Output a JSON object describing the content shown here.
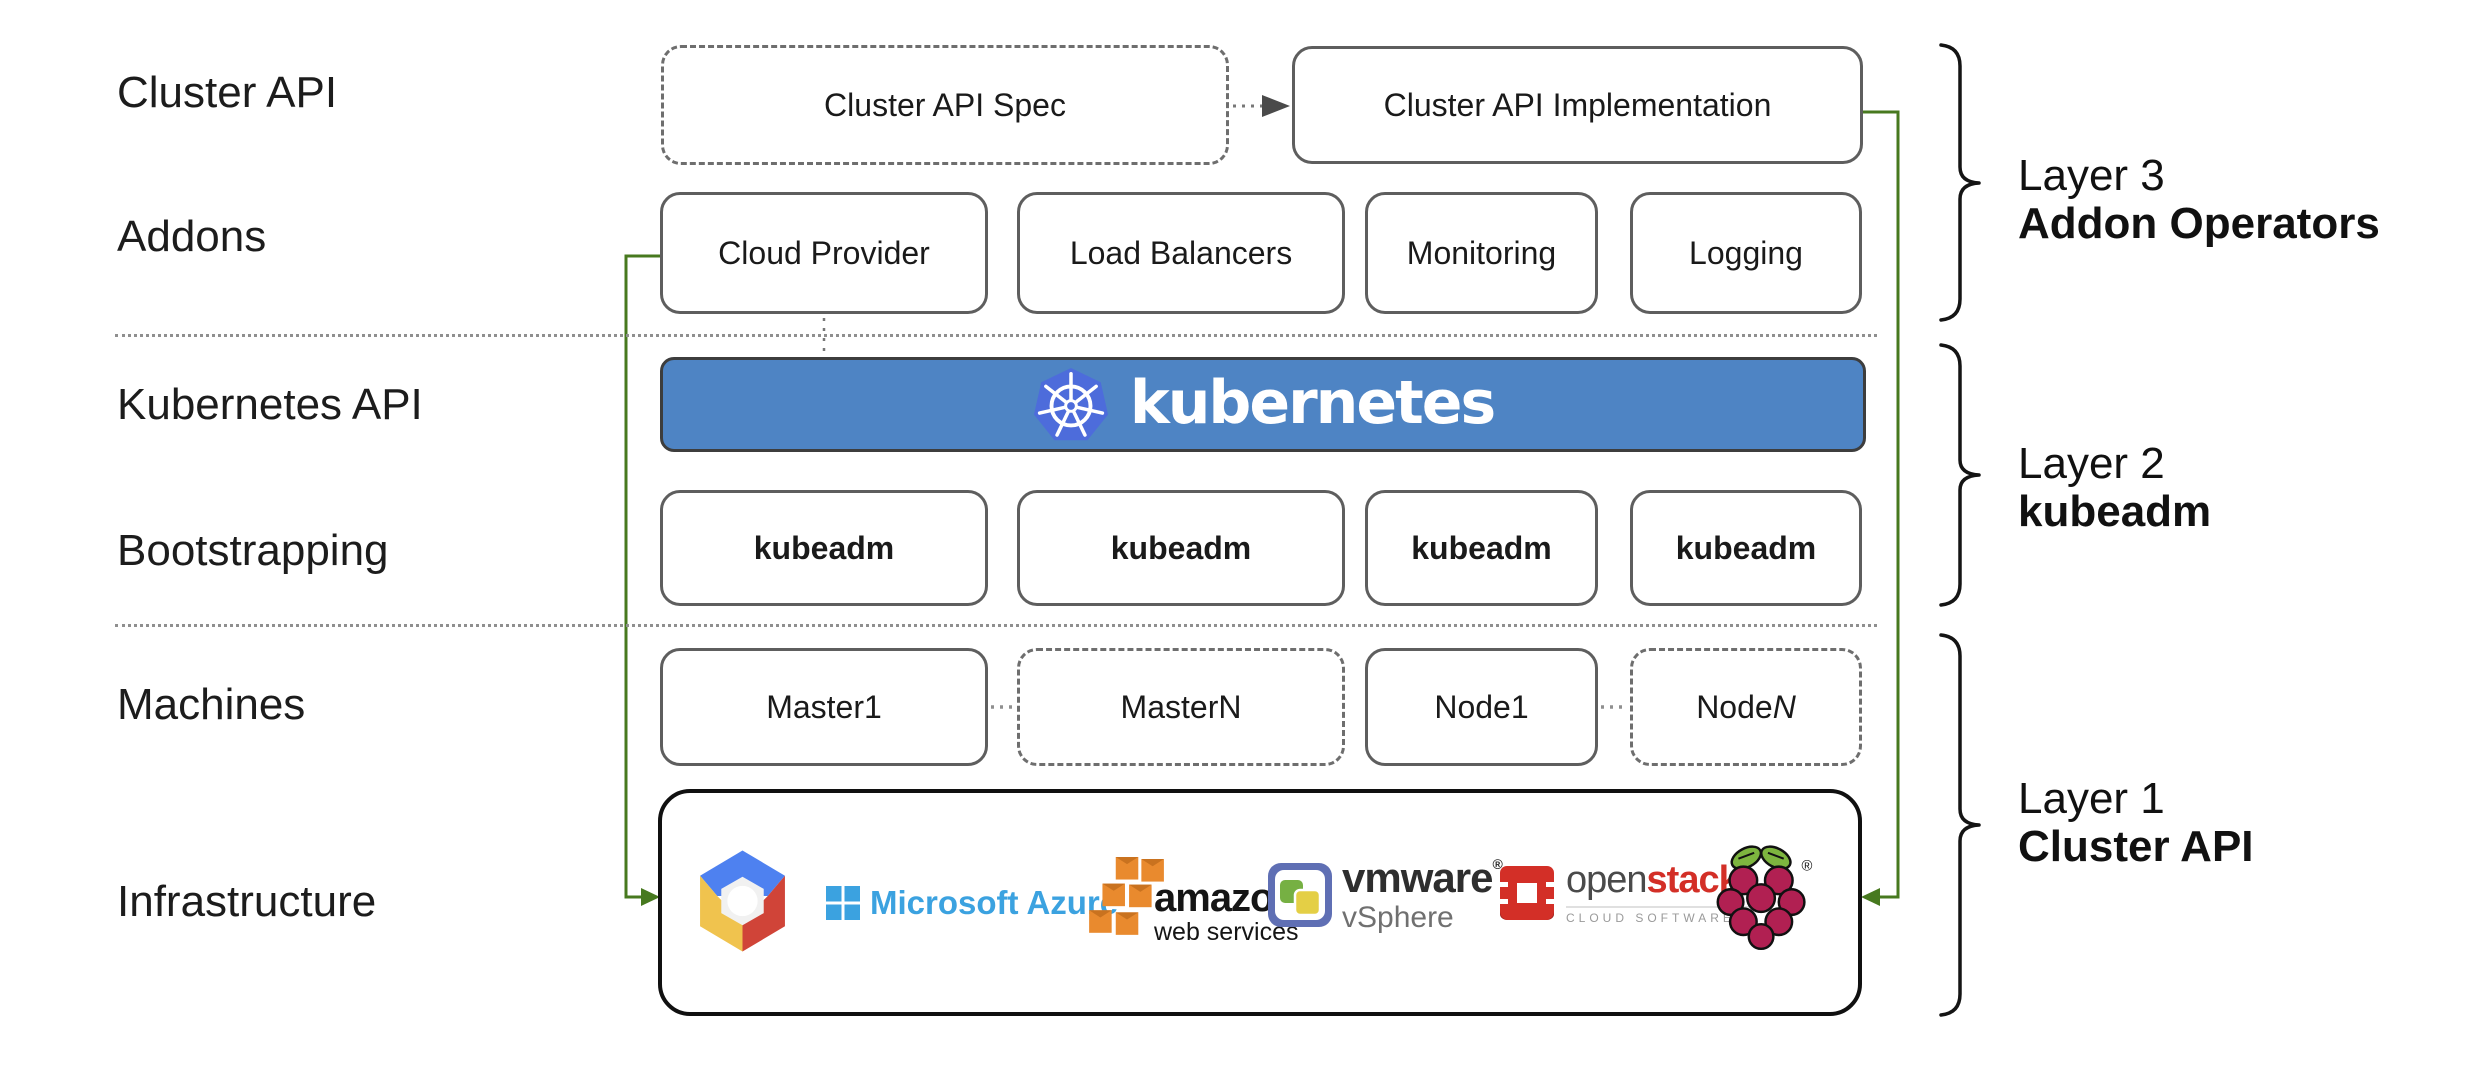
{
  "colors": {
    "kubernetes_banner_blue": "#4e84c4",
    "kubernetes_logo_blue": "#4d6cdb",
    "connector_green": "#47791f",
    "azure_blue": "#3ba2e0",
    "aws_orange": "#e98a2e",
    "vmware_slate": "#5f6fb4",
    "vmware_green": "#76b043",
    "vmware_yellow": "#e4cf45",
    "openstack_red": "#d32f27",
    "raspberry_red": "#b12052",
    "leaf_green": "#7db53f",
    "gcp_blue": "#4e81f0",
    "gcp_red": "#d04438",
    "gcp_yellow": "#f0c34e",
    "box_border_gray": "#5e5e5e",
    "brace_black": "#141414"
  },
  "row_labels": [
    "Cluster API",
    "Addons",
    "Kubernetes API",
    "Bootstrapping",
    "Machines",
    "Infrastructure"
  ],
  "cluster_api_row": {
    "spec": "Cluster API Spec",
    "implementation": "Cluster API Implementation"
  },
  "addons": [
    "Cloud Provider",
    "Load Balancers",
    "Monitoring",
    "Logging"
  ],
  "kubernetes_banner": {
    "wordmark": "kubernetes"
  },
  "bootstrapping": [
    "kubeadm",
    "kubeadm",
    "kubeadm",
    "kubeadm"
  ],
  "machines": [
    {
      "prefix": "Master ",
      "suffix": "1",
      "suffix_class": ""
    },
    {
      "prefix": "Master ",
      "suffix": "N",
      "suffix_class": ""
    },
    {
      "prefix": "Node ",
      "suffix": "1",
      "suffix_class": ""
    },
    {
      "prefix": "Node ",
      "suffix": "N",
      "suffix_class": "it"
    }
  ],
  "infrastructure": {
    "providers": [
      "google-cloud",
      "microsoft-azure",
      "amazon-web-services",
      "vmware-vsphere",
      "openstack",
      "raspberry-pi"
    ],
    "azure_label": "Microsoft Azure",
    "aws_label": "amazon",
    "aws_sublabel": "web services",
    "vmware_label": "vmware",
    "vmware_mark": "®",
    "vmware_sublabel": "vSphere",
    "openstack_label_left": "open",
    "openstack_label_right": "stack",
    "openstack_mark": "™",
    "openstack_sublabel": "CLOUD SOFTWARE",
    "raspberry_mark": "®"
  },
  "layers": [
    {
      "title": "Layer 3",
      "subtitle": "Addon Operators"
    },
    {
      "title": "Layer 2",
      "subtitle": "kubeadm"
    },
    {
      "title": "Layer 1",
      "subtitle": "Cluster API"
    }
  ]
}
